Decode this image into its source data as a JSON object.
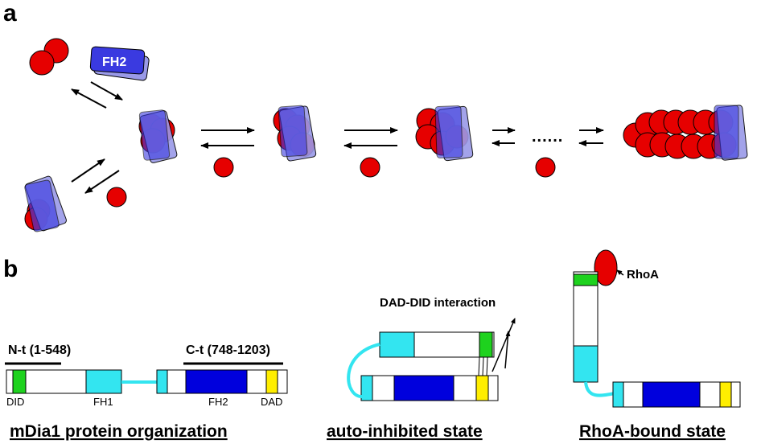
{
  "panel_a": {
    "label": "a",
    "fh2_label": "FH2",
    "dots": "......"
  },
  "panel_b": {
    "label": "b",
    "organization": {
      "n_term": "N-t (1-548)",
      "c_term": "C-t (748-1203)",
      "domain_did": "DID",
      "domain_fh1": "FH1",
      "domain_fh2": "FH2",
      "domain_dad": "DAD",
      "caption": "mDia1 protein organization"
    },
    "autoinhibited": {
      "interaction": "DAD-DID interaction",
      "caption": "auto-inhibited state"
    },
    "rhoa_bound": {
      "rhoa": "RhoA",
      "caption": "RhoA-bound state"
    }
  },
  "colors": {
    "actin_red": "#e60000",
    "fh2_blue": "#3a3ae0",
    "fh2_domain": "#0000dd",
    "cyan": "#33e5f0",
    "green": "#1ed21e",
    "yellow": "#ffee00"
  }
}
